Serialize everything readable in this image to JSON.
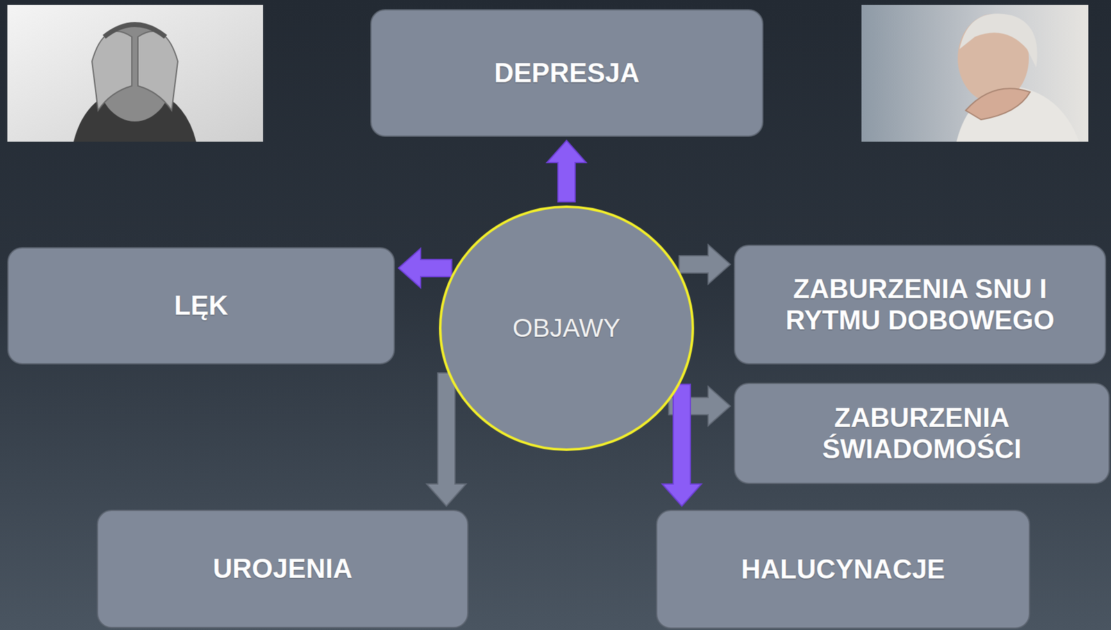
{
  "diagram": {
    "nodes": [
      {
        "text": [
          "DEPRESJA"
        ]
      },
      {
        "text": [
          "LĘK"
        ]
      },
      {
        "text": [
          "OBJAWY"
        ]
      },
      {
        "text": [
          "ZABURZENIA SNU I RYTMU DOBOWEGO"
        ]
      },
      {
        "text": [
          "ZABURZENIA ŚWIADOMOŚCI"
        ]
      },
      {
        "text": [
          "UROJENIA"
        ]
      },
      {
        "text": [
          "HALUCYNACJE"
        ]
      }
    ],
    "edges": [
      {
        "from": 2,
        "to": 0,
        "arrow": "to"
      },
      {
        "from": 2,
        "to": 1,
        "arrow": "to"
      },
      {
        "from": 2,
        "to": 3,
        "arrow": "to"
      },
      {
        "from": 2,
        "to": 4,
        "arrow": "to"
      },
      {
        "from": 2,
        "to": 5,
        "arrow": "to"
      },
      {
        "from": 2,
        "to": 6,
        "arrow": "to"
      }
    ]
  }
}
